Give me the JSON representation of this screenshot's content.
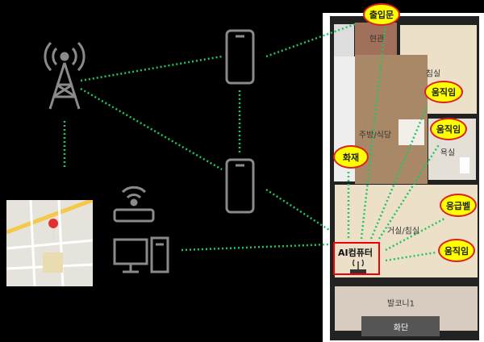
{
  "floor_plan": {
    "rooms": {
      "entrance": "현관",
      "bedroom": "침실",
      "kitchen": "주방/식당",
      "bathroom": "욕실",
      "living": "거실/침실",
      "balcony": "발코니1",
      "flowerbed": "화단"
    },
    "ai_computer": "AI컴퓨터",
    "sensors": {
      "door": "출입문",
      "motion_bedroom": "움직임",
      "motion_bathroom": "움직임",
      "fire": "화재",
      "emergency_bell": "응급벨",
      "motion_living": "움직임"
    }
  },
  "colors": {
    "link": "#22c55e",
    "bubble": "#ffff00",
    "bubble_border": "#e02020",
    "device": "#8a8a8a"
  }
}
